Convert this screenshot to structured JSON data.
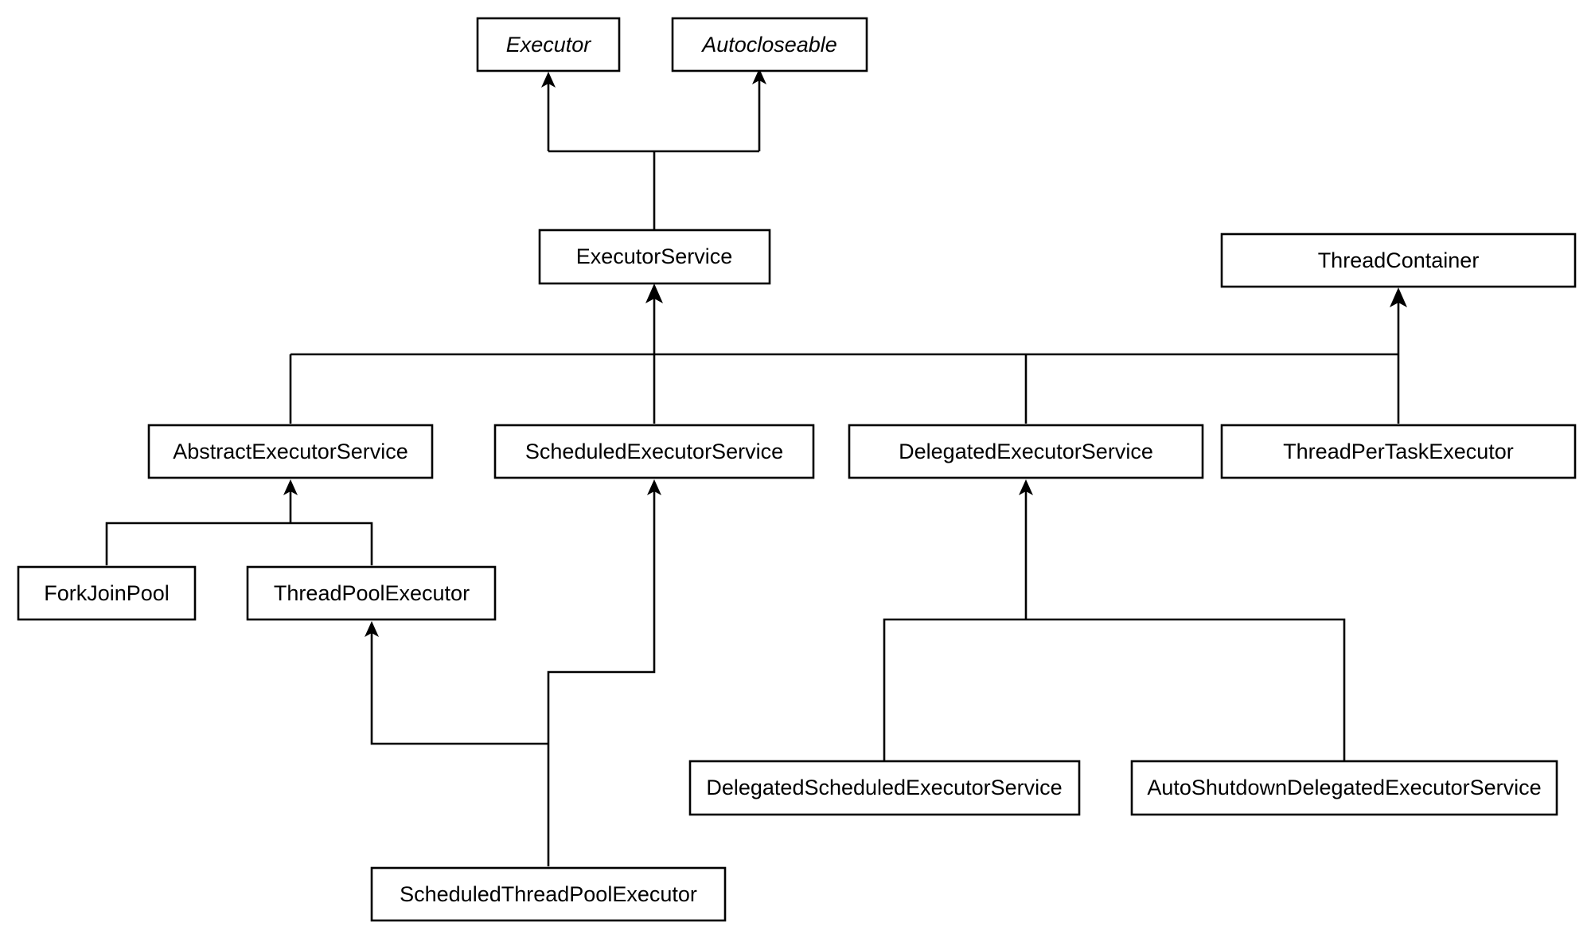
{
  "diagram": {
    "nodes": {
      "executor": "Executor",
      "autocloseable": "Autocloseable",
      "executor_service": "ExecutorService",
      "thread_container": "ThreadContainer",
      "abstract_executor_service": "AbstractExecutorService",
      "scheduled_executor_service": "ScheduledExecutorService",
      "delegated_executor_service": "DelegatedExecutorService",
      "thread_per_task_executor": "ThreadPerTaskExecutor",
      "fork_join_pool": "ForkJoinPool",
      "thread_pool_executor": "ThreadPoolExecutor",
      "delegated_scheduled_executor_service": "DelegatedScheduledExecutorService",
      "auto_shutdown_delegated_executor_service": "AutoShutdownDelegatedExecutorService",
      "scheduled_thread_pool_executor": "ScheduledThreadPoolExecutor"
    },
    "inheritance": [
      {
        "child": "executor_service",
        "parents": [
          "executor",
          "autocloseable"
        ]
      },
      {
        "child": "abstract_executor_service",
        "parents": [
          "executor_service"
        ]
      },
      {
        "child": "scheduled_executor_service",
        "parents": [
          "executor_service"
        ]
      },
      {
        "child": "delegated_executor_service",
        "parents": [
          "executor_service"
        ]
      },
      {
        "child": "thread_per_task_executor",
        "parents": [
          "executor_service",
          "thread_container"
        ]
      },
      {
        "child": "fork_join_pool",
        "parents": [
          "abstract_executor_service"
        ]
      },
      {
        "child": "thread_pool_executor",
        "parents": [
          "abstract_executor_service"
        ]
      },
      {
        "child": "scheduled_thread_pool_executor",
        "parents": [
          "thread_pool_executor",
          "scheduled_executor_service"
        ]
      },
      {
        "child": "delegated_scheduled_executor_service",
        "parents": [
          "delegated_executor_service"
        ]
      },
      {
        "child": "auto_shutdown_delegated_executor_service",
        "parents": [
          "delegated_executor_service"
        ]
      }
    ],
    "colors": {
      "line": "#000000",
      "box_fill": "#ffffff",
      "text": "#000000"
    }
  }
}
